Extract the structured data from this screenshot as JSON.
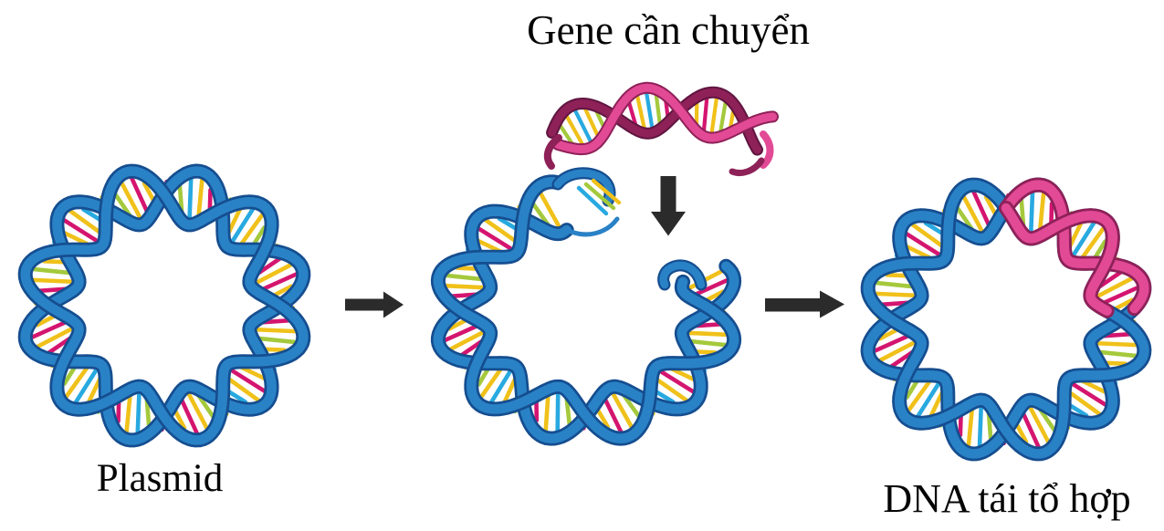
{
  "diagram": {
    "gene_label": "Gene cần chuyển",
    "plasmid_label": "Plasmid",
    "recombinant_label": "DNA tái tổ hợp"
  },
  "icons": {
    "step1": "arrow-right-icon",
    "insert": "arrow-down-icon",
    "step2": "arrow-right-icon"
  },
  "palette": {
    "background": "#ffffff",
    "label_text": "#050505",
    "arrow_black": "#2b2b2b",
    "strand_blue": "#2a82c6",
    "strand_blue_dark": "#154e90",
    "strand_pink": "#e24a96",
    "strand_pink_dark": "#8e2158",
    "strand_maroon": "#8e2158",
    "strand_maroon_dark": "#5f1540",
    "rung_yellow": "#f0c11a",
    "rung_magenta": "#d4156f",
    "rung_green": "#a4c93c",
    "rung_cyan": "#28a9e0"
  }
}
